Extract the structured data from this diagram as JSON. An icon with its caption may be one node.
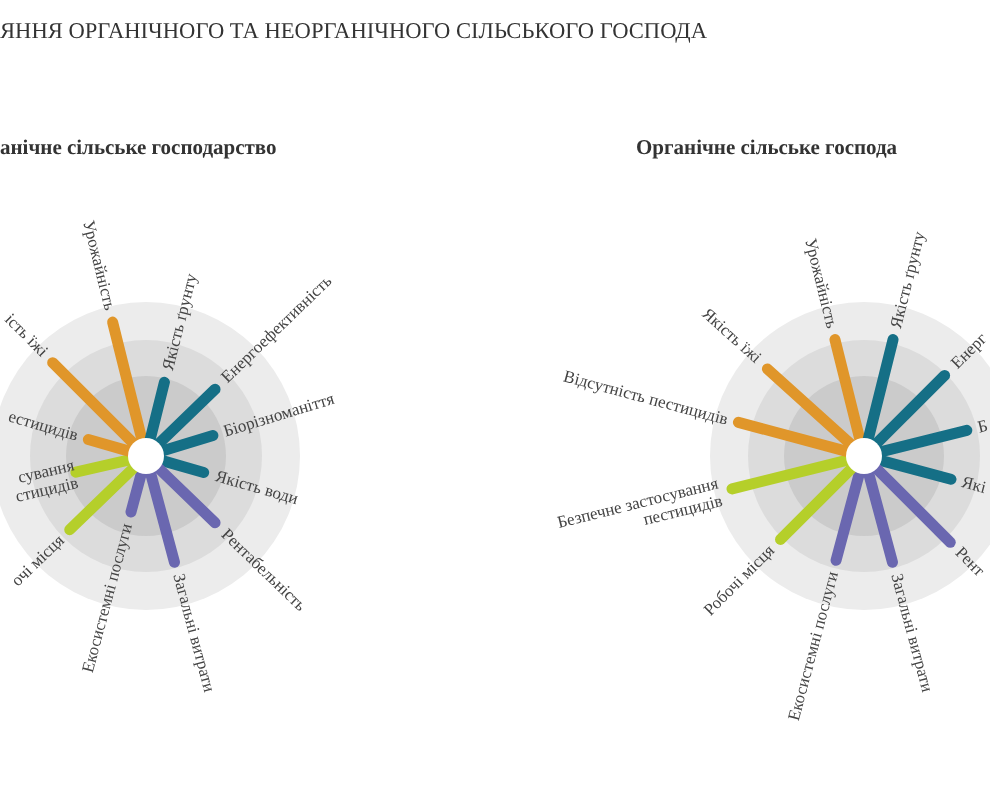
{
  "diagram": {
    "title": "ЯННЯ ОРГАНІЧНОГО ТА НЕОРГАНІЧНОГО СІЛЬСЬКОГО ГОСПОДА",
    "labels": [
      "анічне сільське господарство",
      "Органічне сільське господа",
      "Урожайність",
      "Якість ґрунту",
      "Енергоефективність",
      "Біорізноманіття",
      "Якість води",
      "Рентабельність",
      "Загальні витрати",
      "Екосистемні послуги",
      "очі місця",
      "сування стицидів",
      "естицидів",
      "ість їжі",
      "Урожайність",
      "Якість ґрунту",
      "Енерг",
      "Б",
      "Які",
      "Рент",
      "Загальні витрати",
      "Екосистемні послуги",
      "Робочі місця",
      "Безпечне застосування пестицидів",
      "Відсутність пестицидів",
      "Якість їжі"
    ]
  }
}
